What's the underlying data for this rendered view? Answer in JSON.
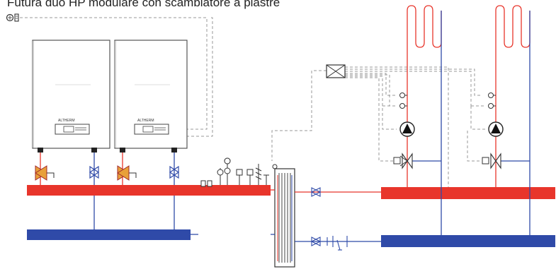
{
  "title": "Futura duo HP modulare con scambiatore a piastre",
  "units": [
    {
      "brand": "ALTHERM"
    },
    {
      "brand": "ALTHERM"
    }
  ],
  "colors": {
    "hot": "#e8352b",
    "cold": "#2f4aa8",
    "control": "#9a9a9a",
    "outline": "#333333"
  },
  "icons": [
    "outdoor-sensor-icon",
    "zone-valve-icon",
    "circulator-pump-icon",
    "mixing-valve-icon",
    "check-valve-icon",
    "manometer-icon",
    "expansion-vessel-icon",
    "heat-exchanger-icon",
    "radiant-coil-icon",
    "control-box-icon"
  ]
}
